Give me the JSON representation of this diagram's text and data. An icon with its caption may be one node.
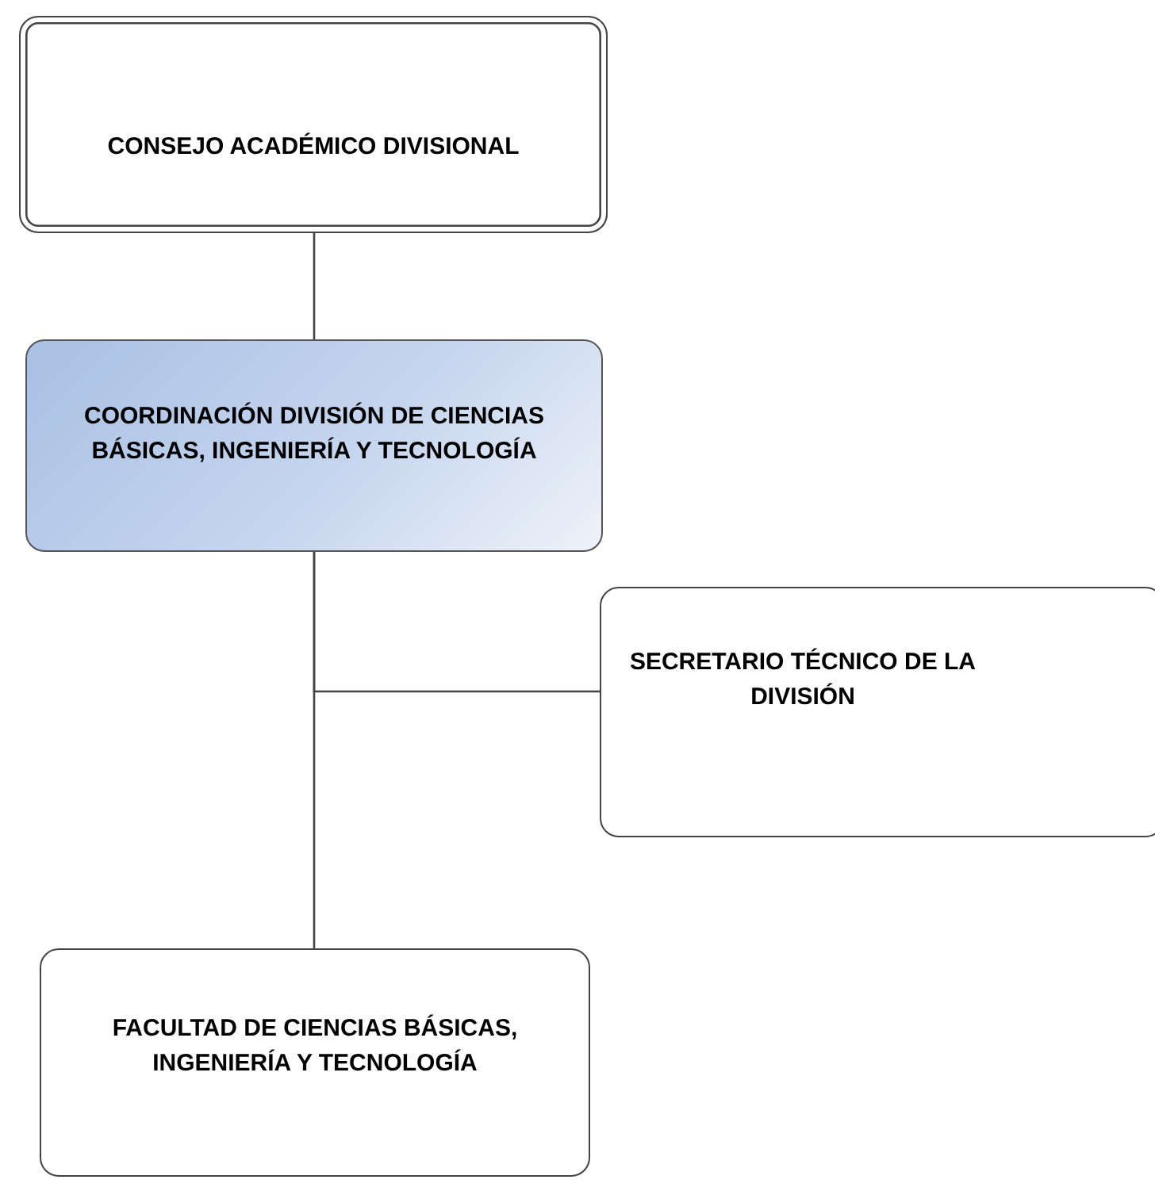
{
  "diagram": {
    "nodes": [
      {
        "text": [
          "CONSEJO ACADÉMICO DIVISIONAL"
        ]
      },
      {
        "text": [
          "COORDINACIÓN DIVISIÓN DE CIENCIAS BÁSICAS, INGENIERÍA Y TECNOLOGÍA"
        ]
      },
      {
        "text": [
          "SECRETARIO TÉCNICO DE LA DIVISIÓN"
        ]
      },
      {
        "text": [
          "FACULTAD DE CIENCIAS BÁSICAS, INGENIERÍA Y TECNOLOGÍA"
        ]
      }
    ],
    "edges": [
      {
        "from": 0,
        "to": 1,
        "arrow": "none"
      },
      {
        "from": 1,
        "to": 2,
        "arrow": "none"
      },
      {
        "from": 1,
        "to": 3,
        "arrow": "none"
      }
    ]
  }
}
